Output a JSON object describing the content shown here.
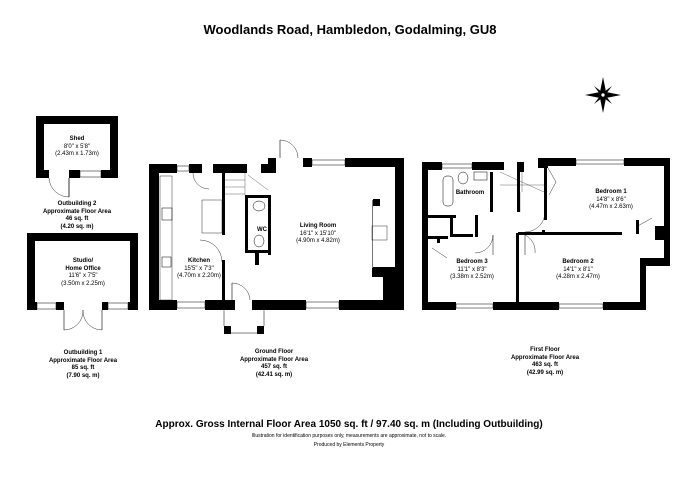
{
  "title": "Woodlands Road, Hambledon, Godalming, GU8",
  "compass": {
    "icon": "compass-rose-icon"
  },
  "outbuildings": [
    {
      "room": "Shed",
      "imperial": "8'0\" x 5'8\"",
      "metric": "(2.43m x 1.73m)",
      "area_title": "Outbuilding 2",
      "area_label": "Approximate Floor Area",
      "sqft": "46 sq. ft",
      "sqm": "(4.20 sq. m)"
    },
    {
      "room_line1": "Studio/",
      "room_line2": "Home Office",
      "imperial": "11'6\" x 7'5\"",
      "metric": "(3.50m x 2.25m)",
      "area_title": "Outbuilding 1",
      "area_label": "Approximate Floor Area",
      "sqft": "85 sq. ft",
      "sqm": "(7.90 sq. m)"
    }
  ],
  "ground_floor": {
    "rooms": [
      {
        "name": "Kitchen",
        "imperial": "15'5\" x 7'3\"",
        "metric": "(4.70m x 2.20m)"
      },
      {
        "name": "Living Room",
        "imperial": "16'1\" x 15'10\"",
        "metric": "(4.90m x 4.82m)"
      },
      {
        "name": "WC"
      }
    ],
    "area_title": "Ground Floor",
    "area_label": "Approximate Floor Area",
    "sqft": "457 sq. ft",
    "sqm": "(42.41 sq. m)"
  },
  "first_floor": {
    "rooms": [
      {
        "name": "Bathroom"
      },
      {
        "name": "Bedroom 1",
        "imperial": "14'8\" x 8'6\"",
        "metric": "(4.47m x 2.63m)"
      },
      {
        "name": "Bedroom 3",
        "imperial": "11'1\" x 8'3\"",
        "metric": "(3.38m x 2.52m)"
      },
      {
        "name": "Bedroom 2",
        "imperial": "14'1\" x 8'1\"",
        "metric": "(4.28m x 2.47m)"
      }
    ],
    "area_title": "First Floor",
    "area_label": "Approximate Floor Area",
    "sqft": "463 sq. ft",
    "sqm": "(42.99 sq. m)"
  },
  "footer": {
    "gross": "Approx. Gross Internal Floor Area 1050 sq. ft / 97.40 sq. m (Including Outbuilding)",
    "disclaimer": "Illustration for identification purposes only, measurements are approximate, not to scale.",
    "producer": "Produced by Elements Property"
  }
}
